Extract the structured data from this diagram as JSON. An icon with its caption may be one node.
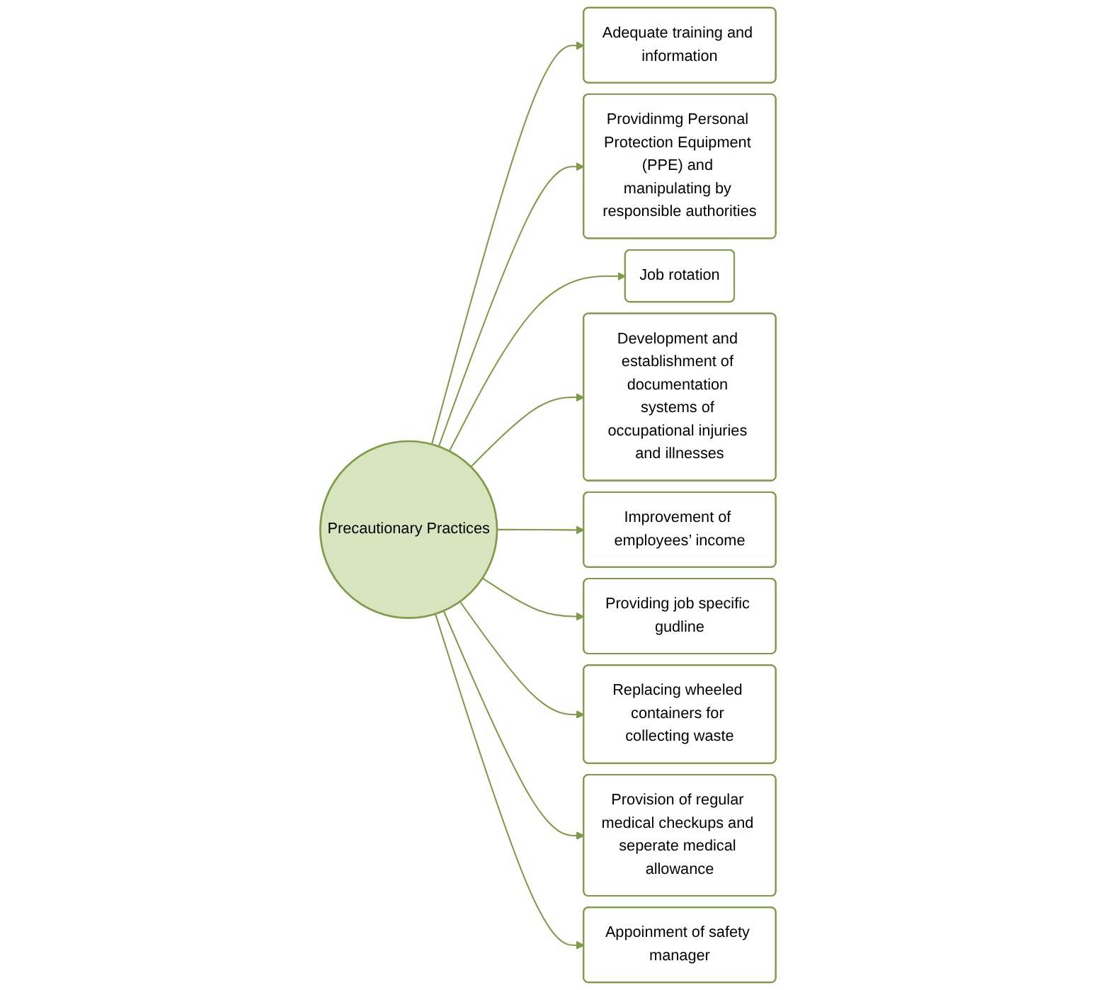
{
  "diagram": {
    "nodes": [
      {
        "text": [
          "Precautionary Practices"
        ]
      },
      {
        "text": [
          "Adequate training and information"
        ]
      },
      {
        "text": [
          "Providinmg Personal Protection Equipment (PPE) and manipulating by responsible authorities"
        ]
      },
      {
        "text": [
          "Job rotation"
        ]
      },
      {
        "text": [
          "Development and establishment of documentation systems of occupational injuries and illnesses"
        ]
      },
      {
        "text": [
          "Improvement of employees’ income"
        ]
      },
      {
        "text": [
          "Providing job specific gudline"
        ]
      },
      {
        "text": [
          "Replacing wheeled containers for collecting waste"
        ]
      },
      {
        "text": [
          "Provision of regular medical checkups and seperate medical allowance"
        ]
      },
      {
        "text": [
          "Appoinment of safety manager"
        ]
      }
    ],
    "edges": [
      {
        "from": 0,
        "to": 1,
        "arrow": "to",
        "color": "#7f9a48"
      },
      {
        "from": 0,
        "to": 2,
        "arrow": "to",
        "color": "#7f9a48"
      },
      {
        "from": 0,
        "to": 3,
        "arrow": "to",
        "color": "#7f9a48"
      },
      {
        "from": 0,
        "to": 4,
        "arrow": "to",
        "color": "#7f9a48"
      },
      {
        "from": 0,
        "to": 5,
        "arrow": "to",
        "color": "#7f9a48"
      },
      {
        "from": 0,
        "to": 6,
        "arrow": "to",
        "color": "#7f9a48"
      },
      {
        "from": 0,
        "to": 7,
        "arrow": "to",
        "color": "#7f9a48"
      },
      {
        "from": 0,
        "to": 8,
        "arrow": "to",
        "color": "#7f9a48"
      },
      {
        "from": 0,
        "to": 9,
        "arrow": "to",
        "color": "#7f9a48"
      }
    ]
  }
}
